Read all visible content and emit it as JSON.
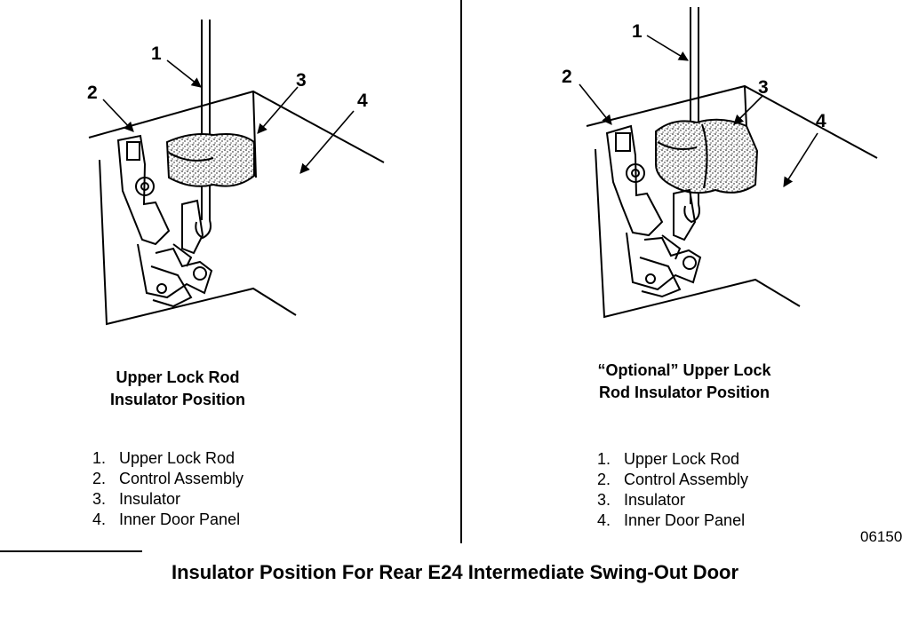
{
  "figure": {
    "caption": "Insulator Position For Rear E24 Intermediate Swing-Out Door",
    "code": "06150"
  },
  "panels": [
    {
      "subtitle_lines": [
        "Upper Lock Rod",
        "Insulator Position"
      ],
      "callouts": [
        "1",
        "2",
        "3",
        "4"
      ],
      "legend": [
        {
          "num": "1.",
          "label": "Upper Lock Rod"
        },
        {
          "num": "2.",
          "label": "Control Assembly"
        },
        {
          "num": "3.",
          "label": "Insulator"
        },
        {
          "num": "4.",
          "label": "Inner Door Panel"
        }
      ]
    },
    {
      "subtitle_lines": [
        "“Optional” Upper Lock",
        "Rod Insulator Position"
      ],
      "callouts": [
        "1",
        "2",
        "3",
        "4"
      ],
      "legend": [
        {
          "num": "1.",
          "label": "Upper Lock Rod"
        },
        {
          "num": "2.",
          "label": "Control Assembly"
        },
        {
          "num": "3.",
          "label": "Insulator"
        },
        {
          "num": "4.",
          "label": "Inner Door Panel"
        }
      ]
    }
  ]
}
